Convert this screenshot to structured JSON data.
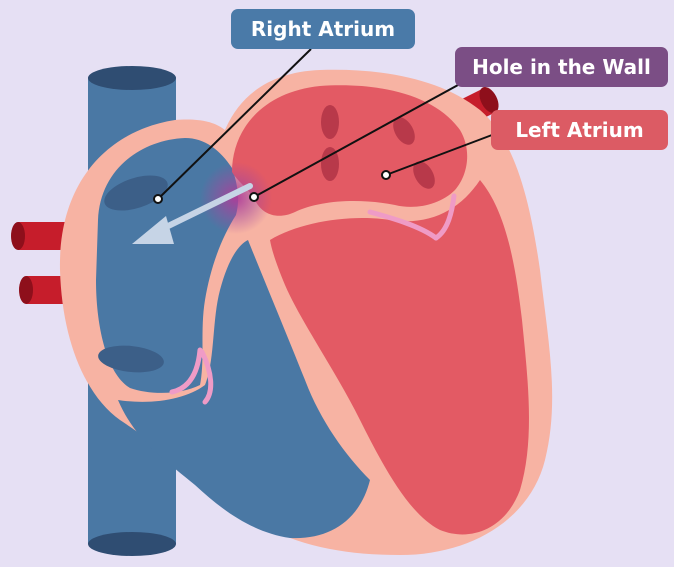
{
  "labels": {
    "right_atrium": "Right Atrium",
    "hole_in_the_wall": "Hole in the Wall",
    "left_atrium": "Left Atrium"
  },
  "colors": {
    "background": "#e6e0f4",
    "right_atrium_label": "#4a7aa8",
    "hole_label": "#7b4e85",
    "left_atrium_label": "#dc5b64",
    "deoxygenated_blue": "#4a78a4",
    "oxygenated_red": "#e35a64",
    "heart_wall": "#f7b3a3",
    "artery_red": "#c61d2b",
    "flow_arrow": "#c6d4e6"
  }
}
